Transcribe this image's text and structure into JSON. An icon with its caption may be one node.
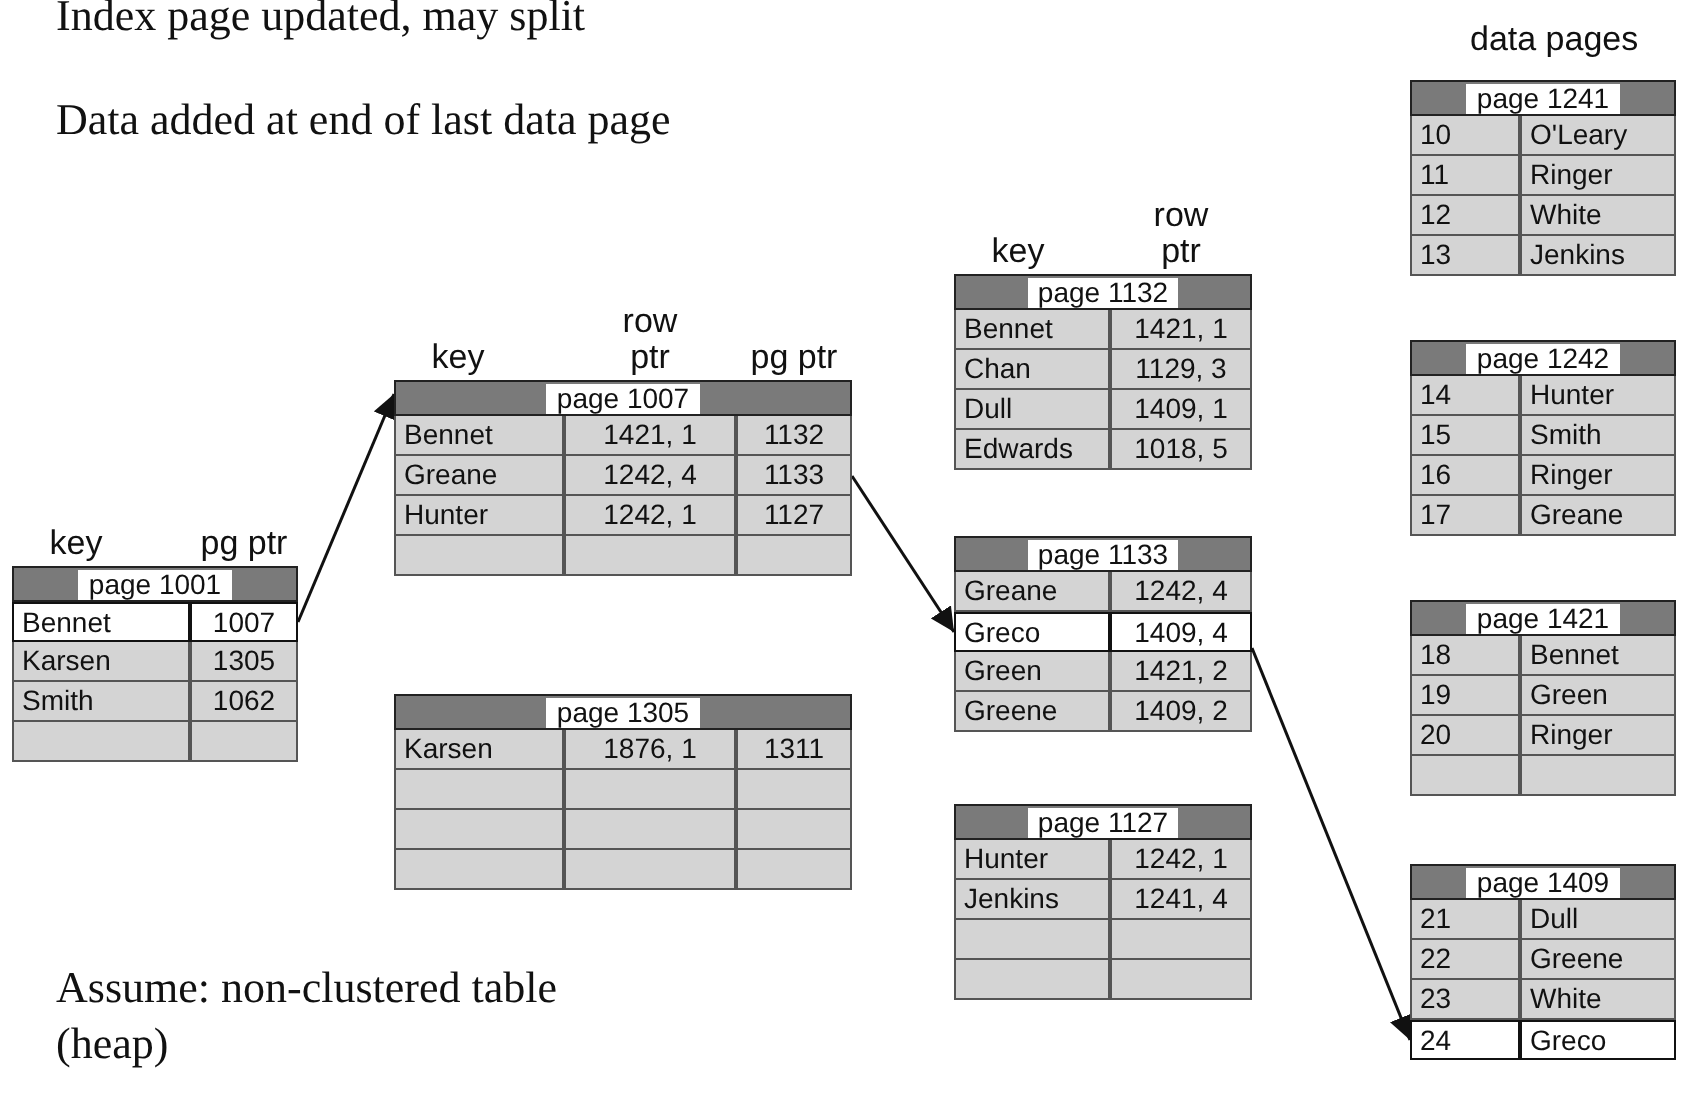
{
  "diagram": {
    "nodes": [
      {
        "text": [
          "key",
          "pg ptr",
          "page 1001"
        ]
      },
      {
        "text": [
          "Bennet",
          "1007"
        ],
        "in": 0
      },
      {
        "text": [
          "Karsen",
          "1305"
        ],
        "in": 0
      },
      {
        "text": [
          "Smith",
          "1062"
        ],
        "in": 0
      },
      {
        "text": [],
        "shape": "bar",
        "in": 0
      },
      {
        "text": [
          "key",
          "row ptr",
          "pg ptr",
          "page 1007"
        ]
      },
      {
        "text": [
          "Bennet",
          "1421, 1",
          "1132"
        ],
        "in": 5
      },
      {
        "text": [
          "Greane",
          "1242, 4",
          "1133"
        ],
        "in": 5
      },
      {
        "text": [
          "Hunter",
          "1242, 1",
          "1127"
        ],
        "in": 5
      },
      {
        "text": [],
        "shape": "bar",
        "in": 5
      },
      {
        "text": [
          "page 1305"
        ]
      },
      {
        "text": [
          "Karsen",
          "1876, 1",
          "1311"
        ],
        "in": 10
      },
      {
        "text": [],
        "shape": "bar",
        "in": 10
      },
      {
        "text": [],
        "shape": "bar",
        "in": 10
      },
      {
        "text": [],
        "shape": "bar",
        "in": 10
      },
      {
        "text": [
          "key",
          "row ptr",
          "page 1132"
        ]
      },
      {
        "text": [
          "Bennet",
          "1421, 1"
        ],
        "in": 15
      },
      {
        "text": [
          "Chan",
          "1129, 3"
        ],
        "in": 15
      },
      {
        "text": [
          "Dull",
          "1409, 1"
        ],
        "in": 15
      },
      {
        "text": [
          "Edwards",
          "1018, 5"
        ],
        "in": 15
      },
      {
        "text": [
          "page 1133"
        ]
      },
      {
        "text": [
          "Greane",
          "1242, 4"
        ],
        "in": 20
      },
      {
        "text": [
          "Greco",
          "1409, 4"
        ],
        "in": 20
      },
      {
        "text": [
          "Green",
          "1421, 2"
        ],
        "in": 20
      },
      {
        "text": [
          "Greene",
          "1409, 2"
        ],
        "in": 20
      },
      {
        "text": [
          "page 1127"
        ]
      },
      {
        "text": [
          "Hunter",
          "1242, 1"
        ],
        "in": 25
      },
      {
        "text": [
          "Jenkins",
          "1241, 4"
        ],
        "in": 25
      },
      {
        "text": [],
        "shape": "bar",
        "in": 25
      },
      {
        "text": [],
        "shape": "bar",
        "in": 25
      },
      {
        "text": [
          "page 1241"
        ]
      },
      {
        "text": [
          "10",
          "O'Leary"
        ],
        "in": 30
      },
      {
        "text": [
          "11",
          "Ringer"
        ],
        "in": 30
      },
      {
        "text": [
          "12",
          "White"
        ],
        "in": 30
      },
      {
        "text": [
          "13",
          "Jenkins"
        ],
        "in": 30
      },
      {
        "text": [
          "page 1242"
        ]
      },
      {
        "text": [
          "14",
          "Hunter"
        ],
        "in": 35
      },
      {
        "text": [
          "15",
          "Smith"
        ],
        "in": 35
      },
      {
        "text": [
          "16",
          "Ringer"
        ],
        "in": 35
      },
      {
        "text": [
          "17",
          "Greane"
        ],
        "in": 35
      },
      {
        "text": [
          "page 1421"
        ]
      },
      {
        "text": [
          "18",
          "Bennet"
        ],
        "in": 40
      },
      {
        "text": [
          "19",
          "Green"
        ],
        "in": 40
      },
      {
        "text": [
          "20",
          "Ringer"
        ],
        "in": 40
      },
      {
        "text": [],
        "shape": "bar",
        "in": 40
      },
      {
        "text": [
          "page 1409"
        ]
      },
      {
        "text": [
          "21",
          "Dull"
        ],
        "in": 45
      },
      {
        "text": [
          "22",
          "Greene"
        ],
        "in": 45
      },
      {
        "text": [
          "23",
          "White"
        ],
        "in": 45
      },
      {
        "text": [
          "24",
          "Greco"
        ],
        "in": 45
      }
    ],
    "edges": [
      {
        "from": 1,
        "to": 5,
        "arrow": "to"
      },
      {
        "from": 7,
        "to": 22,
        "arrow": "to"
      },
      {
        "from": 22,
        "to": 49,
        "arrow": "to"
      }
    ],
    "labels": [
      "Index page updated, may split",
      "Data added at end of last data page",
      "data pages",
      "Assume: non-clustered table (heap)"
    ]
  }
}
